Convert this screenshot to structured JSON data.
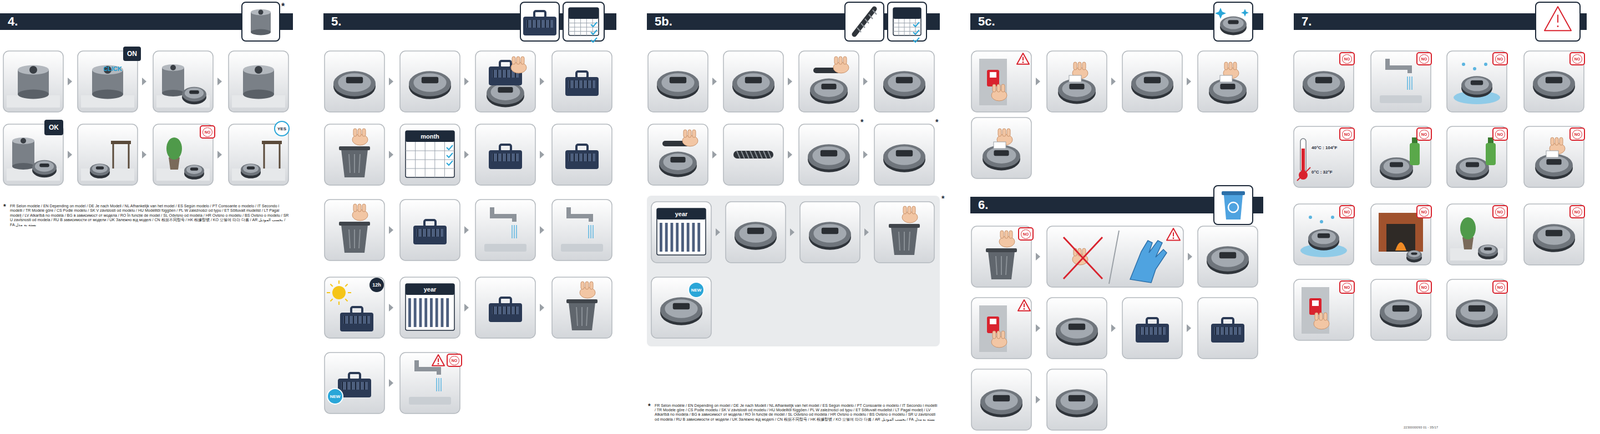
{
  "diagram": {
    "nodes": [
      {
        "text": [
          "4."
        ]
      },
      {
        "text": [
          "ON"
        ]
      },
      {
        "text": [
          "OK"
        ]
      },
      {
        "text": [
          "NO"
        ]
      },
      {
        "text": [
          "YES"
        ]
      },
      {
        "text": [
          "5."
        ]
      },
      {
        "text": [
          "NEW"
        ]
      },
      {
        "text": [
          "NO"
        ]
      },
      {
        "text": [
          "5b."
        ]
      },
      {
        "text": [
          "NEW"
        ]
      },
      {
        "text": [
          "5c."
        ]
      },
      {
        "text": [
          "6."
        ]
      },
      {
        "text": [
          "NO"
        ]
      },
      {
        "text": [
          "7."
        ]
      },
      {
        "text": [
          "NO"
        ]
      },
      {
        "text": [
          "NO"
        ]
      },
      {
        "text": [
          "NO"
        ]
      },
      {
        "text": [
          "NO"
        ]
      },
      {
        "text": [
          "NO"
        ]
      },
      {
        "text": [
          "NO"
        ]
      },
      {
        "text": [
          "NO"
        ]
      },
      {
        "text": [
          "NO"
        ]
      },
      {
        "text": [
          "NO"
        ]
      },
      {
        "text": [
          "NO"
        ]
      },
      {
        "text": [
          "NO"
        ]
      },
      {
        "text": [
          "NO"
        ]
      },
      {
        "text": [
          "NO"
        ]
      },
      {
        "text": [
          "NO"
        ]
      },
      {
        "text": [
          "NO"
        ]
      }
    ],
    "labels": [
      "*",
      "CLICK",
      "*",
      "FR Selon modèle / EN Depending on model / DE Je nach Modell / NL Afhankelijk van het model / ES Según modelo / PT Consoante o modelo / IT Secondo i modelli / TR Modele göre / CS Podle modelu / SK V závislosti od modelu / HU Modelltől függően / PL W zależności od typu / ET Sõltuvalt mudelist / LT Pagal modelį / LV Atkarībā no modeļa / BG в зависимост от модела / RO În funcție de model / SL Odvisno od modela / HR Ovisno o modelu / BS Ovisno o modelu / SR U zavisnosti od modela / RU В зависимости от модели / UK Залежно від моделі / CN 根据不同型号 / HK 根據型號 / KO 모델에 따라 다름 / AR بحسب الموديل / FA بسته به مدل",
      "month",
      "year",
      "12h",
      "*",
      "*",
      "*",
      "year",
      "*",
      "FR Selon modèle / EN Depending on model / DE Je nach Modell / NL Afhankelijk van het model / ES Según modelo / PT Consoante o modelo / IT Secondo i modelli / TR Modele göre / CS Podle modelu / SK V závislosti od modelu / HU Modelltől függően / PL W zależności od typu / ET Sõltuvalt mudelist / LT Pagal modelį / LV Atkarībā no modeļa / BG в зависимост от модела / RO În funcție de model / SL Odvisno od modela / HR Ovisno o modelu / BS Ovisno o modelu / SR U zavisnosti od modela / RU В зависимости от модели / UK Залежно від моделі / CN 根据不同型号 / HK 根據型號 / KO 모델에 따라 다름 / AR بحسب الموديل / FA بسته به مدل",
      "40°C : 104°F",
      "0°C : 32°F",
      "2230000093 01 - 35/17"
    ]
  }
}
